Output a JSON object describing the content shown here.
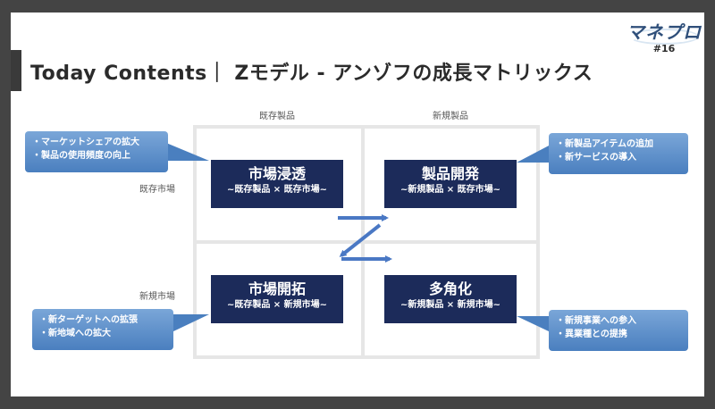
{
  "title": "Today Contents｜ Zモデル - アンゾフの成長マトリックス",
  "logo": {
    "text": "マネプロ",
    "number": "#16"
  },
  "columns": {
    "existing_product": "既存製品",
    "new_product": "新規製品"
  },
  "rows": {
    "existing_market": "既存市場",
    "new_market": "新規市場"
  },
  "cells": {
    "penetration": {
      "name": "市場浸透",
      "sub": "~既存製品 × 既存市場~"
    },
    "product_dev": {
      "name": "製品開発",
      "sub": "~新規製品 × 既存市場~"
    },
    "market_dev": {
      "name": "市場開拓",
      "sub": "~既存製品 × 新規市場~"
    },
    "diversification": {
      "name": "多角化",
      "sub": "~新規製品 × 新規市場~"
    }
  },
  "callouts": {
    "top_left": [
      "・マーケットシェアの拡大",
      "・製品の使用頻度の向上"
    ],
    "top_right": [
      "・新製品アイテムの追加",
      "・新サービスの導入"
    ],
    "bottom_left": [
      "・新ターゲットへの拡張",
      "・新地域への拡大"
    ],
    "bottom_right": [
      "・新規事業への参入",
      "・異業種との提携"
    ]
  },
  "colors": {
    "cell_bg": "#1c2b5a",
    "callout": "#4a7fbf",
    "arrow": "#4a78c4",
    "frame": "#444444"
  }
}
